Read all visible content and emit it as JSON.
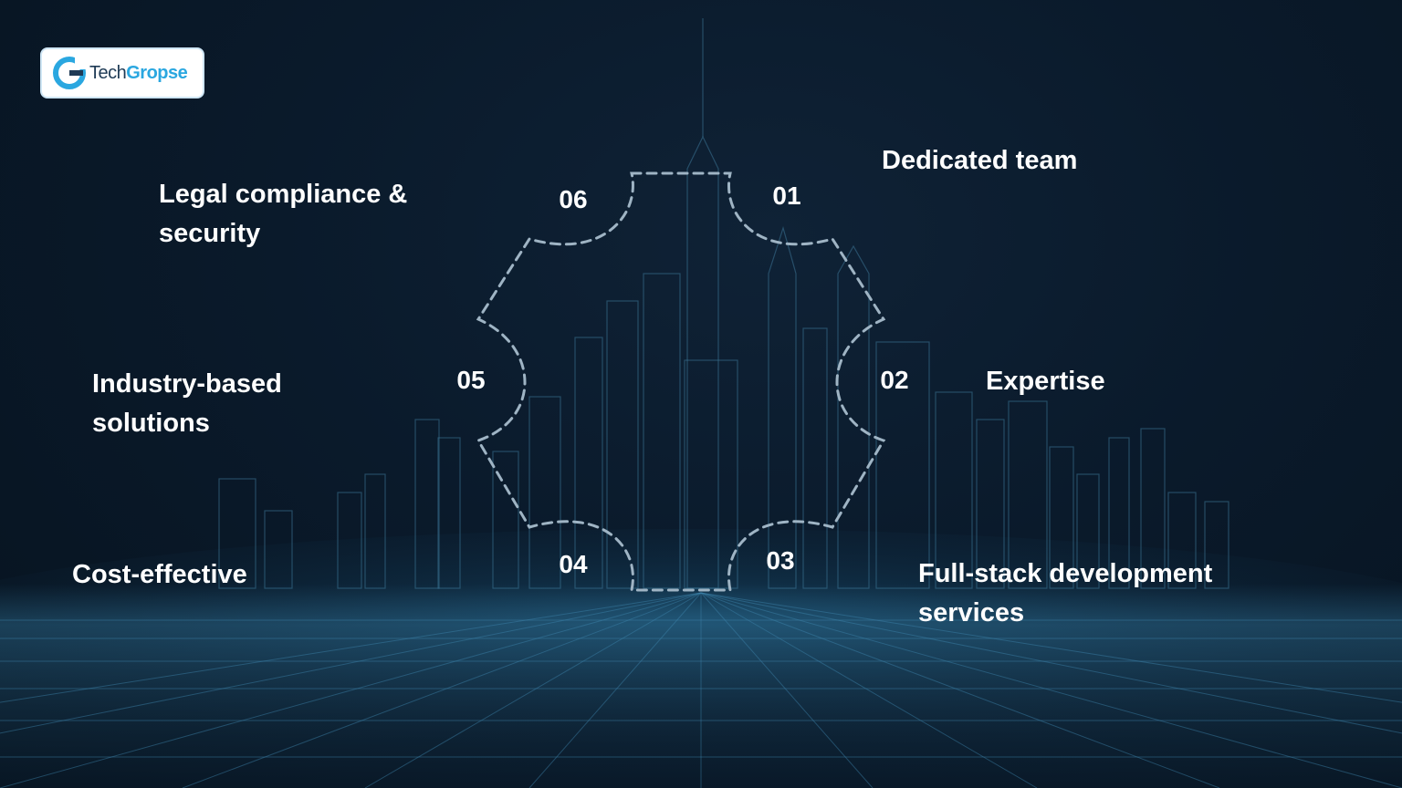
{
  "brand": {
    "name_part1": "Tech",
    "name_part2": "Gropse",
    "accent": "#2aa7e0"
  },
  "steps": [
    {
      "number": "01",
      "label": "Dedicated team"
    },
    {
      "number": "02",
      "label": "Expertise"
    },
    {
      "number": "03",
      "label": "Full-stack development services"
    },
    {
      "number": "04",
      "label": "Cost-effective"
    },
    {
      "number": "05",
      "label": "Industry-based solutions"
    },
    {
      "number": "06",
      "label": "Legal compliance & security"
    }
  ],
  "labels_wrapped": {
    "step3_line1": "Full-stack development",
    "step3_line2": "services",
    "step5_line1": "Industry-based",
    "step5_line2": "solutions",
    "step6_line1": "Legal compliance &",
    "step6_line2": "security"
  },
  "colors": {
    "background": "#0a1a2b",
    "outline": "#9fb4c4",
    "grid": "#2a6c8f"
  }
}
